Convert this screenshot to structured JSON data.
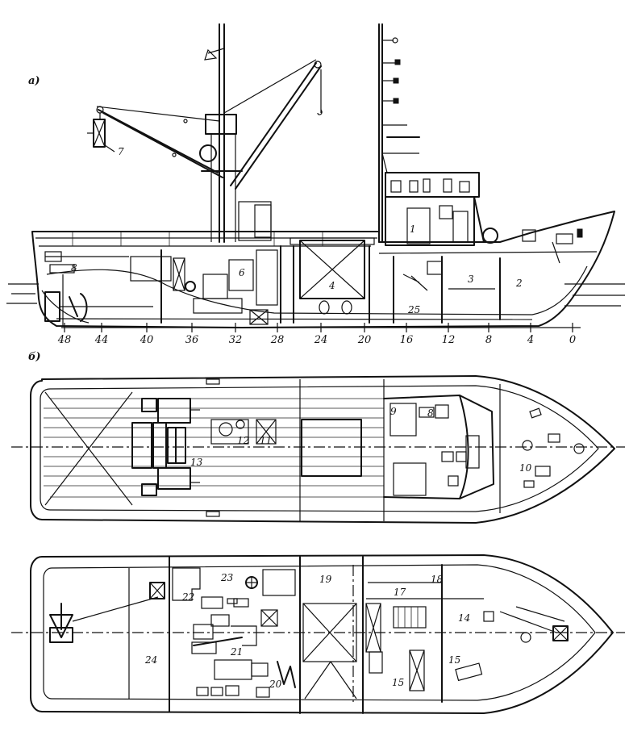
{
  "views": {
    "side": "а)",
    "plan": "б)"
  },
  "frame_numbers": [
    "48",
    "44",
    "40",
    "36",
    "32",
    "28",
    "24",
    "20",
    "16",
    "12",
    "8",
    "4",
    "0"
  ],
  "side_labels": [
    "7",
    "8",
    "6",
    "4",
    "1",
    "3",
    "2",
    "25"
  ],
  "deck_labels": [
    "9",
    "8",
    "12",
    "11",
    "13",
    "10"
  ],
  "hold_labels": [
    "23",
    "22",
    "19",
    "17",
    "18",
    "14",
    "21",
    "20",
    "24",
    "15",
    "15"
  ]
}
